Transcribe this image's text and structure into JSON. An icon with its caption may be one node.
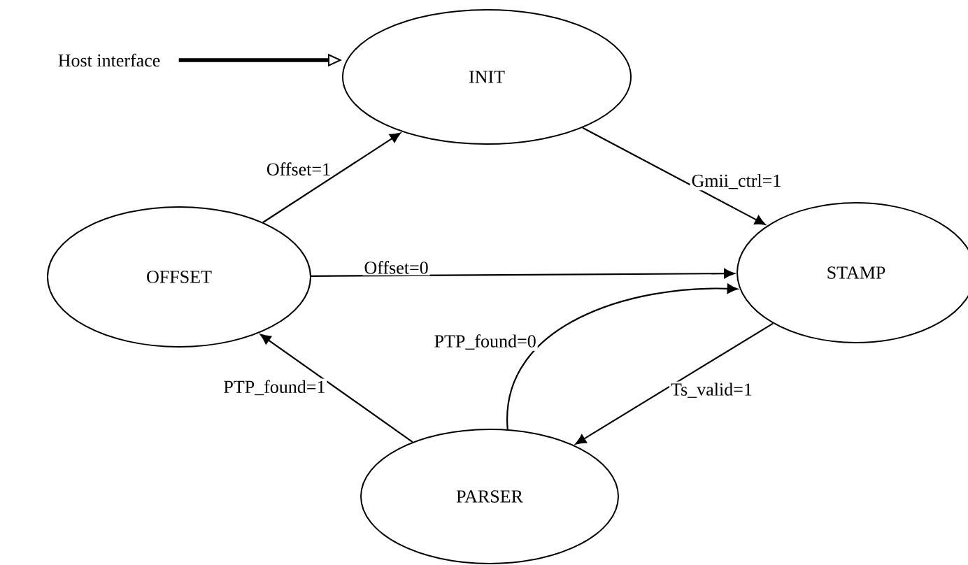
{
  "diagram": {
    "nodes": [
      {
        "text": [
          "Host interface"
        ]
      },
      {
        "text": [
          "INIT"
        ]
      },
      {
        "text": [
          "OFFSET"
        ]
      },
      {
        "text": [
          "STAMP"
        ]
      },
      {
        "text": [
          "PARSER"
        ]
      }
    ],
    "edges": [
      {
        "from": 0,
        "to": 1,
        "arrow": "to",
        "style": "thick"
      },
      {
        "from": 2,
        "to": 1,
        "arrow": "to",
        "label": "Offset=1"
      },
      {
        "from": 1,
        "to": 3,
        "arrow": "to",
        "label": "Gmii_ctrl=1"
      },
      {
        "from": 2,
        "to": 3,
        "arrow": "to",
        "label": "Offset=0"
      },
      {
        "from": 3,
        "to": 4,
        "arrow": "to",
        "label": "Ts_valid=1"
      },
      {
        "from": 4,
        "to": 2,
        "arrow": "to",
        "label": "PTP_found=1"
      },
      {
        "from": 4,
        "to": 3,
        "arrow": "to",
        "label": "PTP_found=0"
      }
    ]
  }
}
